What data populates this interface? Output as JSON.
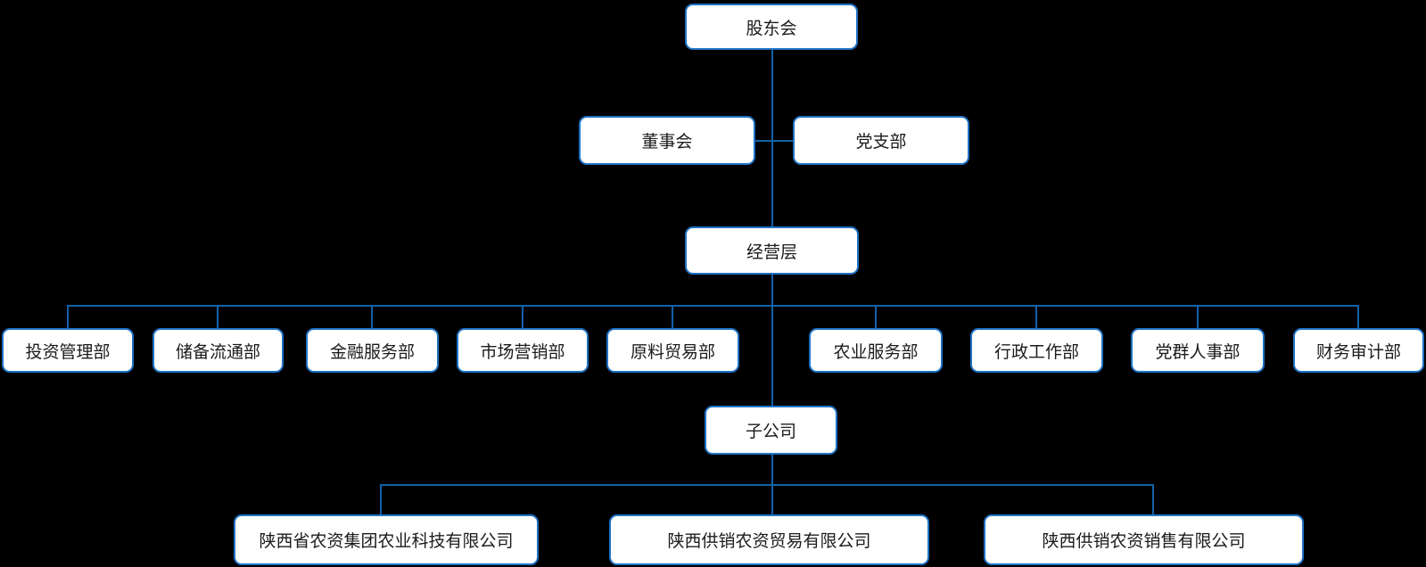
{
  "org": {
    "level1": {
      "shareholders": "股东会"
    },
    "level2": {
      "board": "董事会",
      "party_branch": "党支部"
    },
    "level3": {
      "management": "经营层"
    },
    "departments": [
      {
        "label": "投资管理部"
      },
      {
        "label": "储备流通部"
      },
      {
        "label": "金融服务部"
      },
      {
        "label": "市场营销部"
      },
      {
        "label": "原料贸易部"
      },
      {
        "label": "农业服务部"
      },
      {
        "label": "行政工作部"
      },
      {
        "label": "党群人事部"
      },
      {
        "label": "财务审计部"
      }
    ],
    "level5": {
      "subsidiary": "子公司"
    },
    "companies": [
      {
        "label": "陕西省农资集团农业科技有限公司"
      },
      {
        "label": "陕西供销农资贸易有限公司"
      },
      {
        "label": "陕西供销农资销售有限公司"
      }
    ],
    "colors": {
      "background": "#000000",
      "connector_line": "#1261a8",
      "node_border": "#1f72c5",
      "node_fill": "#ffffff",
      "node_text": "#1b1b1b"
    }
  }
}
